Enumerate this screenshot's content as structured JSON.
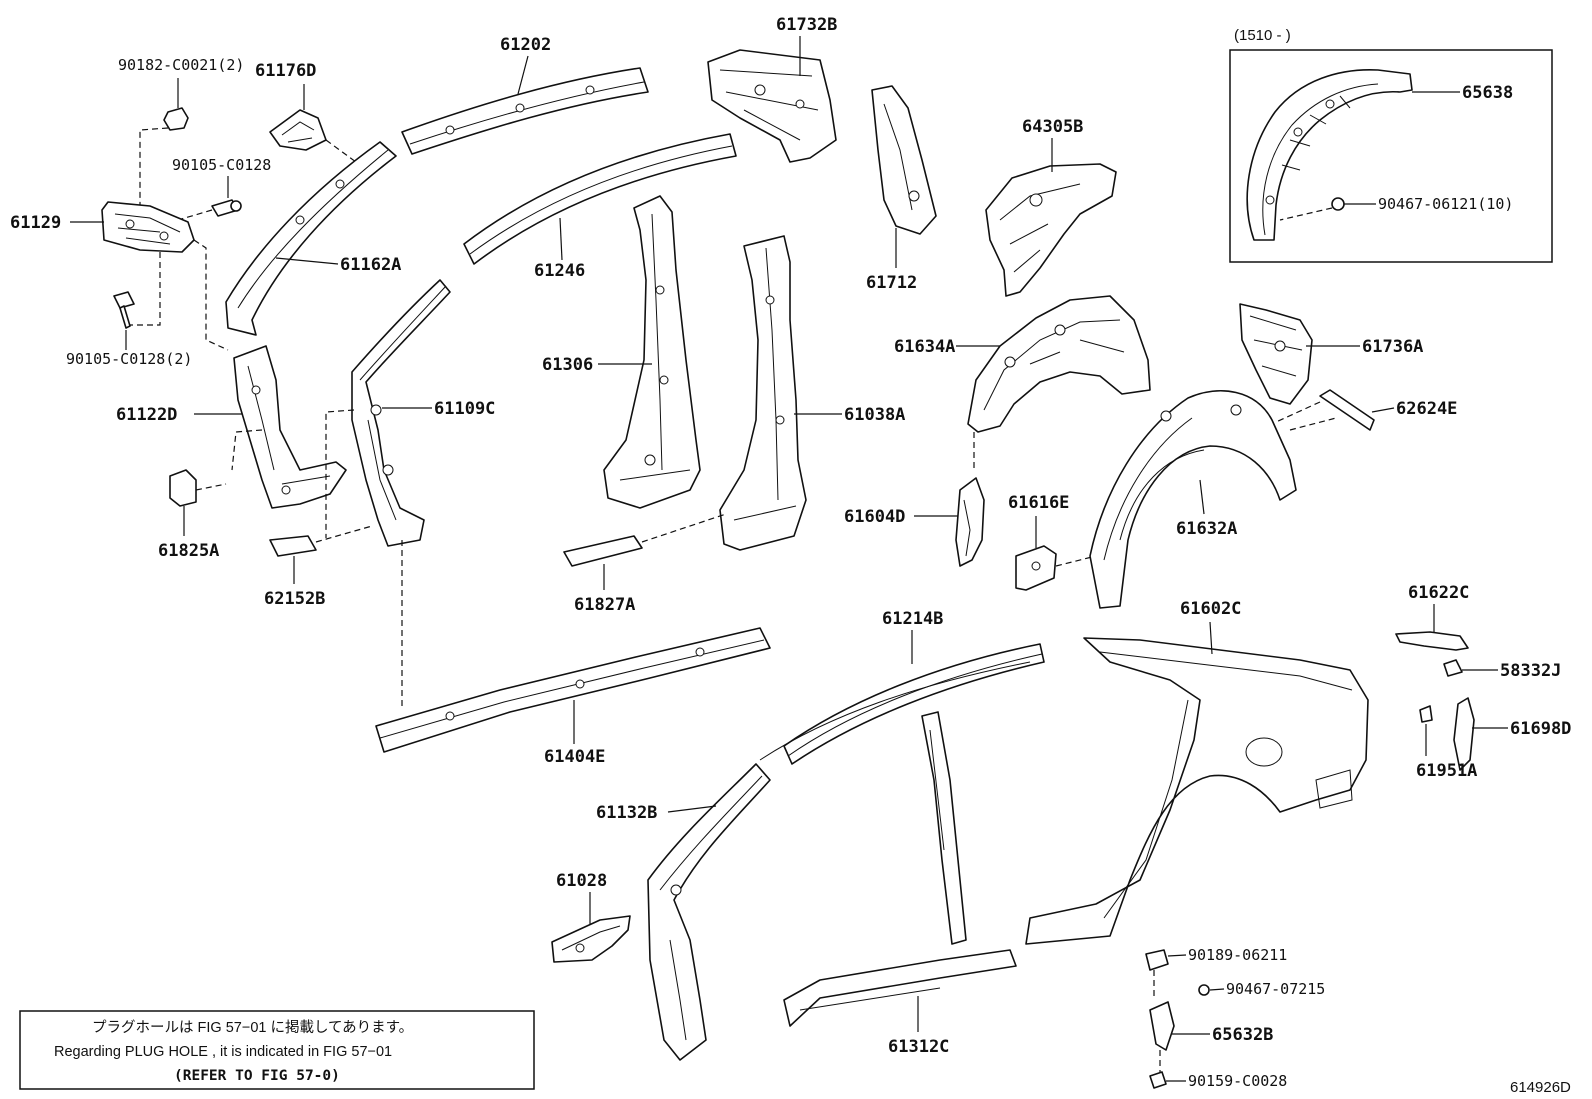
{
  "parts": {
    "p90182": "90182-C0021(2)",
    "p61176d": "61176D",
    "p61202": "61202",
    "p61732b": "61732B",
    "p90105a": "90105-C0128",
    "p61129": "61129",
    "p61162a": "61162A",
    "p61246": "61246",
    "p61712": "61712",
    "p64305b": "64305B",
    "p90105b": "90105-C0128(2)",
    "p61122d": "61122D",
    "p61306": "61306",
    "p61109c": "61109C",
    "p61038a": "61038A",
    "p61634a": "61634A",
    "p61736a": "61736A",
    "p62624e": "62624E",
    "p61825a": "61825A",
    "p62152b": "62152B",
    "p61827a": "61827A",
    "p61604d": "61604D",
    "p61616e": "61616E",
    "p61632a": "61632A",
    "p61214b": "61214B",
    "p61602c": "61602C",
    "p61622c": "61622C",
    "p58332j": "58332J",
    "p61404e": "61404E",
    "p61698d": "61698D",
    "p61951a": "61951A",
    "p61132b": "61132B",
    "p61028": "61028",
    "p90189": "90189-06211",
    "p90467b": "90467-07215",
    "p65632b": "65632B",
    "p61312c": "61312C",
    "p90159": "90159-C0028",
    "p65638": "65638",
    "p90467a": "90467-06121(10)"
  },
  "inset": {
    "date_range": "(1510 -     )"
  },
  "note": {
    "line_jp": "プラグホールは FIG 57−01 に掲載してあります。",
    "line_en": "Regarding  PLUG  HOLE , it is indicated in  FIG  57−01",
    "line_ref": "(REFER TO FIG 57-0)"
  },
  "figure_id": "614926D"
}
